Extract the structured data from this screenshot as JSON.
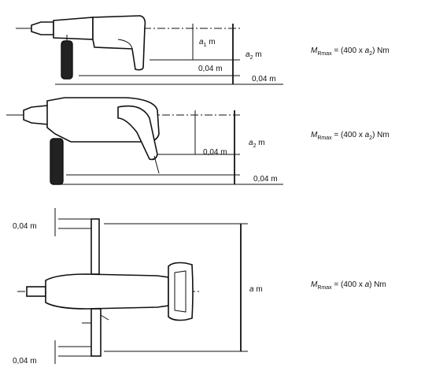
{
  "figures": [
    {
      "labels": {
        "a1": "a",
        "a1_sub": "1",
        "a1_unit": " m",
        "a2": "a",
        "a2_sub": "2",
        "a2_unit": " m",
        "gap_small": "0,04 m",
        "gap_base": "0,04 m"
      },
      "formula": {
        "M": "M",
        "sub": "Rmax",
        "pre": " = (400 x ",
        "var": "a",
        "var_sub": "2",
        "post": ") Nm"
      }
    },
    {
      "labels": {
        "a2": "a",
        "a2_sub": "2",
        "a2_unit": " m",
        "gap_small": "0,04 m",
        "gap_base": "0,04 m"
      },
      "formula": {
        "M": "M",
        "sub": "Rmax",
        "pre": " = (400 x ",
        "var": "a",
        "var_sub": "2",
        "post": ") Nm"
      }
    },
    {
      "labels": {
        "gap_top": "0,04 m",
        "gap_bottom": "0,04 m",
        "a": "a",
        "a_unit": " m"
      },
      "formula": {
        "M": "M",
        "sub": "Rmax",
        "pre": " = (400 x ",
        "var": "a",
        "post": ") Nm"
      }
    }
  ]
}
